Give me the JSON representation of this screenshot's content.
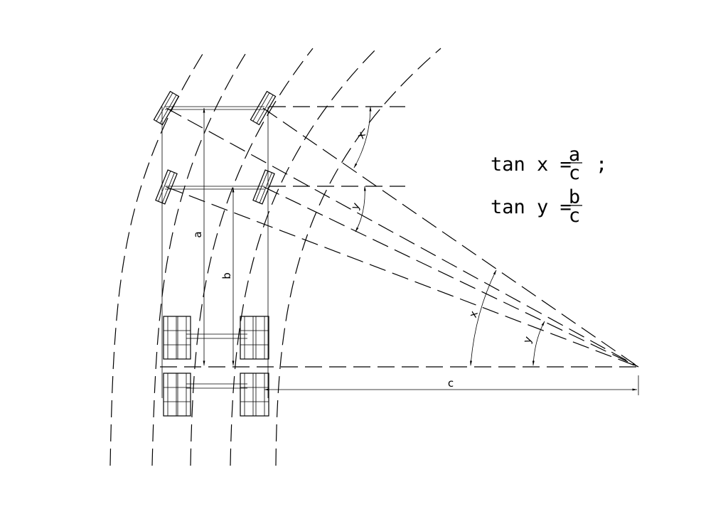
{
  "labels": {
    "a": "a",
    "b": "b",
    "c": "c",
    "x": "x",
    "y": "y"
  },
  "formulas": {
    "f1_left": "tan x =",
    "f1_num": "a",
    "f1_den": "c",
    "f1_sep": ";",
    "f2_left": "tan y =",
    "f2_num": "b",
    "f2_den": "c"
  }
}
